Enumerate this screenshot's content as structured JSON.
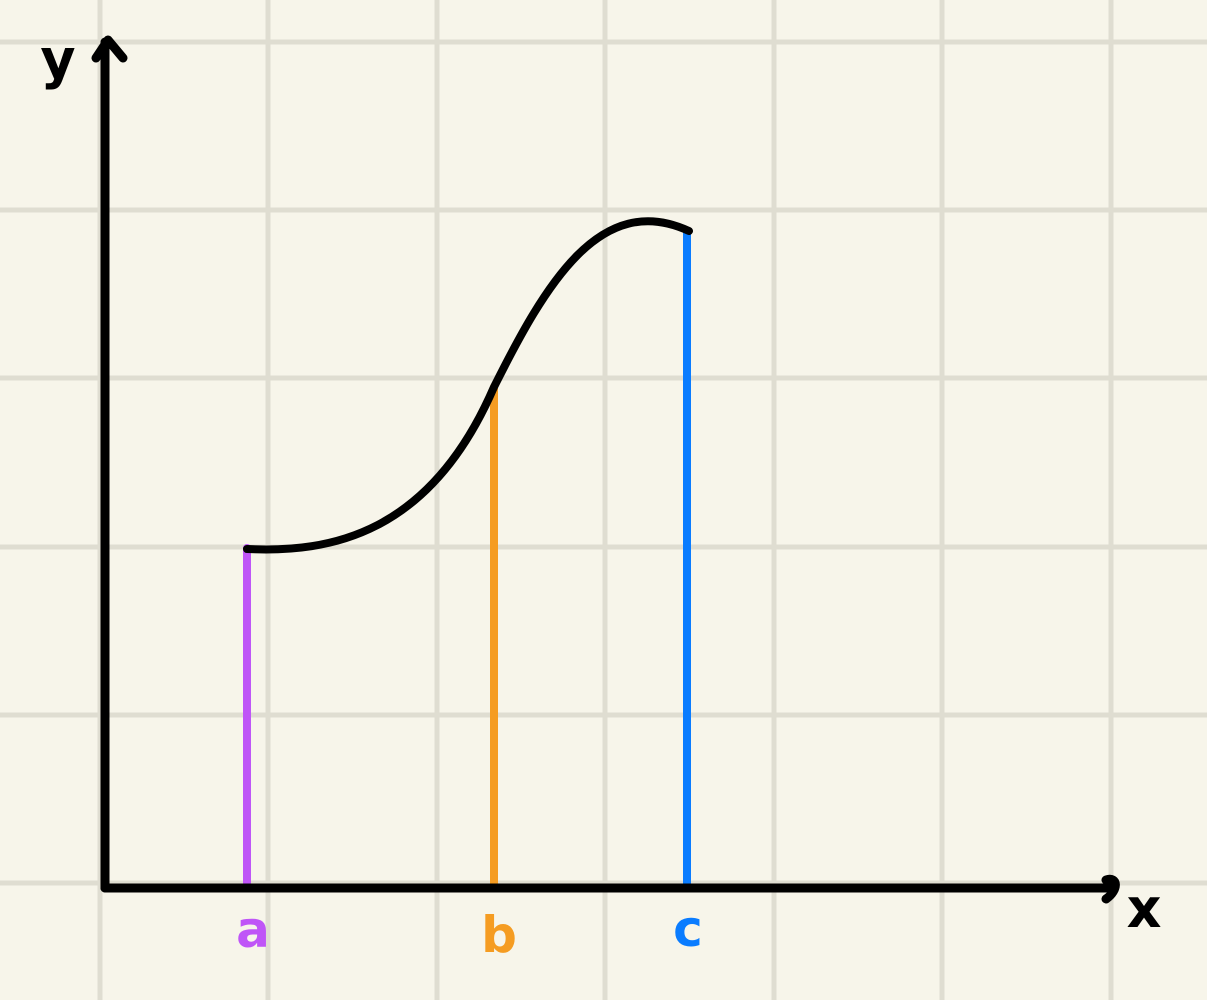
{
  "background_color": "#f7f5ea",
  "grid_color": "#dfddd1",
  "ink_color": "#000000",
  "axes": {
    "x_label": "x",
    "y_label": "y"
  },
  "markers": [
    {
      "label": "a",
      "color": "#bf55f7"
    },
    {
      "label": "b",
      "color": "#f59c22"
    },
    {
      "label": "c",
      "color": "#0a7cff"
    }
  ]
}
